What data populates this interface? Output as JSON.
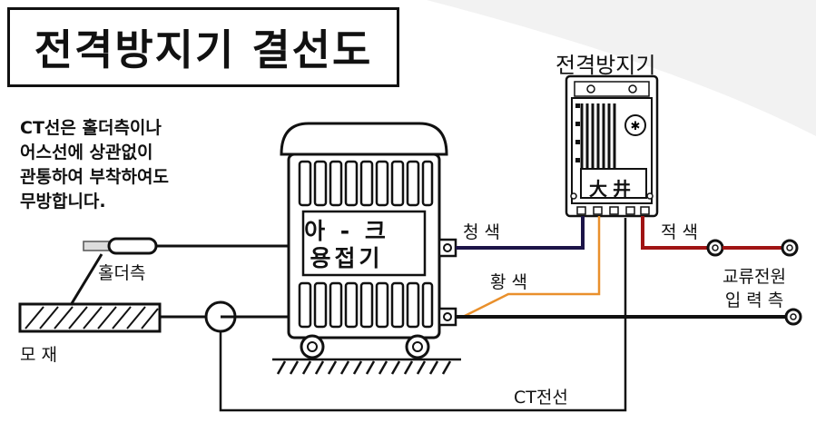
{
  "title": "전격방지기 결선도",
  "note_lines": [
    "CT선은 홀더측이나",
    "어스선에 상관없이",
    "관통하여 부착하여도",
    "무방합니다."
  ],
  "device_label": "전격방지기",
  "device_brand": "大井",
  "welder_label": "아 - 크 용접기",
  "wire_labels": {
    "blue": "청 색",
    "yellow": "황 색",
    "red": "적 색",
    "ct": "CT전선"
  },
  "holder_label": "홀더측",
  "base_label": "모 재",
  "ac_input_lines": [
    "교류전원",
    "입 력 측"
  ],
  "colors": {
    "blue_wire": "#1c1448",
    "yellow_wire": "#e9902c",
    "red_wire": "#a01414",
    "line": "#111111"
  }
}
